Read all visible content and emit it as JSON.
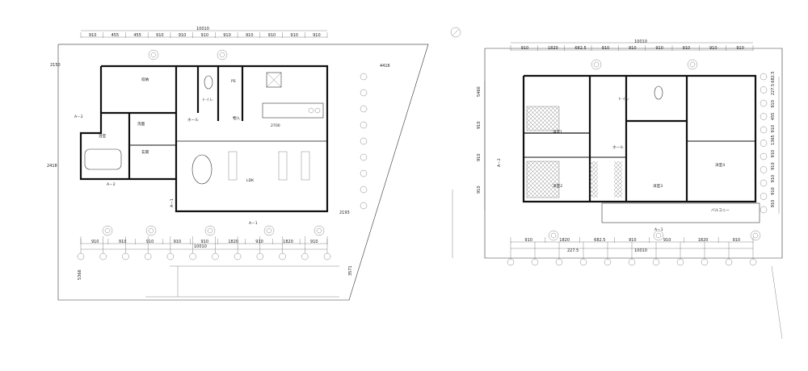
{
  "floor1": {
    "top_total": "10010",
    "top_segments": [
      "910",
      "455",
      "455",
      "910",
      "910",
      "910",
      "910",
      "910",
      "910",
      "910",
      "910"
    ],
    "bottom_segments": [
      "910",
      "910",
      "910",
      "910",
      "910",
      "1820",
      "910",
      "1820",
      "910"
    ],
    "bottom_total": "10010",
    "left_dims": [
      "2150",
      "2418",
      "5366"
    ],
    "right_dims": [
      "4416",
      "2193",
      "3571"
    ],
    "mid_dim": "2700",
    "rooms": [
      "LDK",
      "ホール",
      "洗面",
      "浴室",
      "トイレ",
      "玄関",
      "収納",
      "物入",
      "PS"
    ],
    "section_marks": [
      "A－2",
      "A－2",
      "A－1",
      "A－1"
    ]
  },
  "floor2": {
    "top_total": "10010",
    "top_segments": [
      "910",
      "1820",
      "682.5",
      "910",
      "910",
      "910",
      "910",
      "910",
      "910"
    ],
    "bottom_segments": [
      "910",
      "1820",
      "682.5",
      "910",
      "910",
      "1820",
      "910"
    ],
    "bottom_total": "10010",
    "bottom_extra": "227.5",
    "left_dims": [
      "5460",
      "910",
      "910",
      "910"
    ],
    "right_dims": [
      "682.5",
      "227.5",
      "910",
      "455",
      "910",
      "1365",
      "910",
      "910",
      "910",
      "910",
      "910"
    ],
    "rooms": [
      "洋室1",
      "洋室2",
      "洋室3",
      "洋室4",
      "ホール",
      "トイレ",
      "バルコニー"
    ],
    "section_marks": [
      "A－2",
      "A－1"
    ]
  }
}
